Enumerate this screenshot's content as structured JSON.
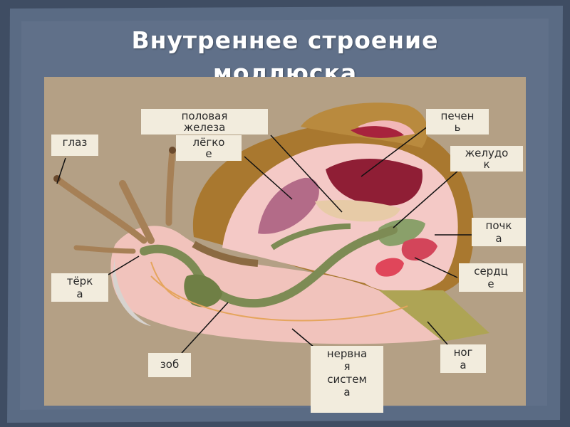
{
  "slide": {
    "title_line1": "Внутреннее строение",
    "title_line2": "моллюска"
  },
  "labels": {
    "glaz": "глаз",
    "polovaya_1": "половая",
    "polovaya_2": "железа",
    "legkoe_1": "лёгко",
    "legkoe_2": "е",
    "pechen_1": "печен",
    "pechen_2": "ь",
    "zheludok_1": "желудо",
    "zheludok_2": "к",
    "pochka_1": "почк",
    "pochka_2": "а",
    "serdce_1": "сердц",
    "serdce_2": "е",
    "terka_1": "тёрк",
    "terka_2": "а",
    "zob": "зоб",
    "nervnaya_1": "нервна",
    "nervnaya_2": "я",
    "nervnaya_3": "систем",
    "nervnaya_4": "а",
    "noga_1": "ног",
    "noga_2": "а"
  },
  "colors": {
    "slide_background": "#4d5d74",
    "plate_background": "#b9a588",
    "label_background": "#f2ecdd",
    "title_text": "#ffffff"
  }
}
